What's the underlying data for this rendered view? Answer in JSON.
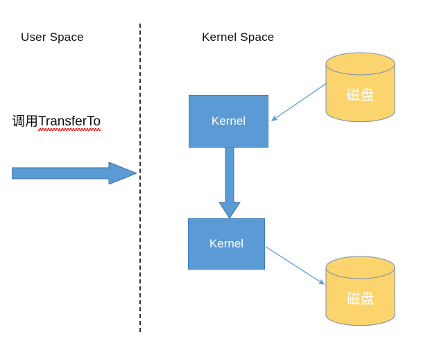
{
  "diagram": {
    "title_regions": {
      "user_space": "User Space",
      "kernel_space": "Kernel Space"
    },
    "syscall": {
      "prefix_cn": "调用",
      "api_name": "TransferTo",
      "spellcheck_flagged": true
    },
    "nodes": [
      {
        "id": "kernel-top",
        "label": "Kernel"
      },
      {
        "id": "kernel-bottom",
        "label": "Kernel"
      },
      {
        "id": "disk-top",
        "label": "磁盘"
      },
      {
        "id": "disk-bottom",
        "label": "磁盘"
      }
    ],
    "colors": {
      "node_fill": "#5B9BD5",
      "node_border": "#3F7FBE",
      "node_text": "#FFFFFF",
      "disk_fill": "#FCD46E",
      "disk_border": "#8196A8",
      "disk_text": "#FFFFFF",
      "arrow_fill": "#5B9BD5",
      "arrow_border": "#41719C",
      "connector": "#5B9BD5",
      "divider": "#2F2F2F",
      "spellcheck_underline": "#FF0000",
      "background": "#FFFFFF",
      "heading_text": "#111111"
    }
  }
}
